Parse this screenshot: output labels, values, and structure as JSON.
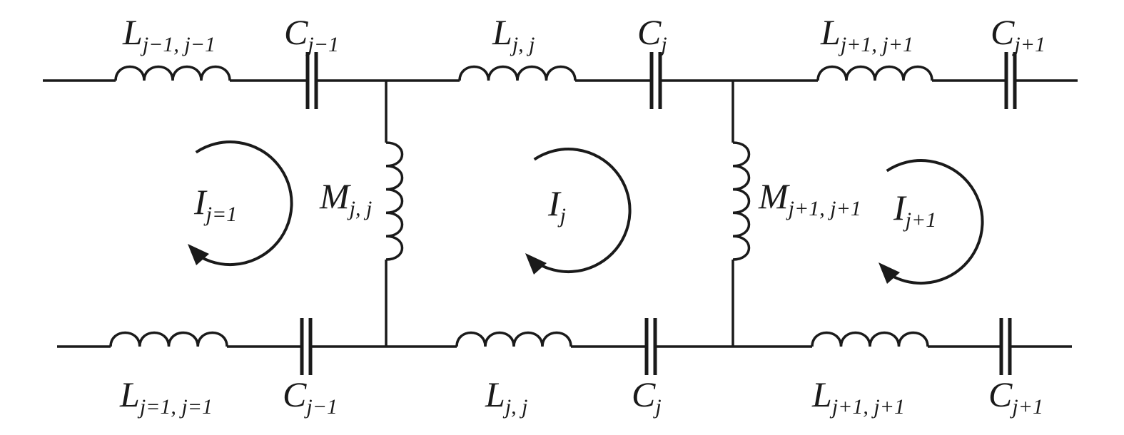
{
  "labels": {
    "top_L": [
      {
        "main": "L",
        "sub": "j−1, j−1"
      },
      {
        "main": "L",
        "sub": "j, j"
      },
      {
        "main": "L",
        "sub": "j+1, j+1"
      }
    ],
    "top_C": [
      {
        "main": "C",
        "sub": "j−1"
      },
      {
        "main": "C",
        "sub": "j"
      },
      {
        "main": "C",
        "sub": "j+1"
      }
    ],
    "bottom_L": [
      {
        "main": "L",
        "sub": "j=1, j=1"
      },
      {
        "main": "L",
        "sub": "j, j"
      },
      {
        "main": "L",
        "sub": "j+1, j+1"
      }
    ],
    "bottom_C": [
      {
        "main": "C",
        "sub": "j−1"
      },
      {
        "main": "C",
        "sub": "j"
      },
      {
        "main": "C",
        "sub": "j+1"
      }
    ],
    "mutual": [
      {
        "main": "M",
        "sub": "j, j"
      },
      {
        "main": "M",
        "sub": "j+1, j+1"
      }
    ],
    "currents": [
      {
        "main": "I",
        "sub": "j=1"
      },
      {
        "main": "I",
        "sub": "j"
      },
      {
        "main": "I",
        "sub": "j+1"
      }
    ]
  }
}
